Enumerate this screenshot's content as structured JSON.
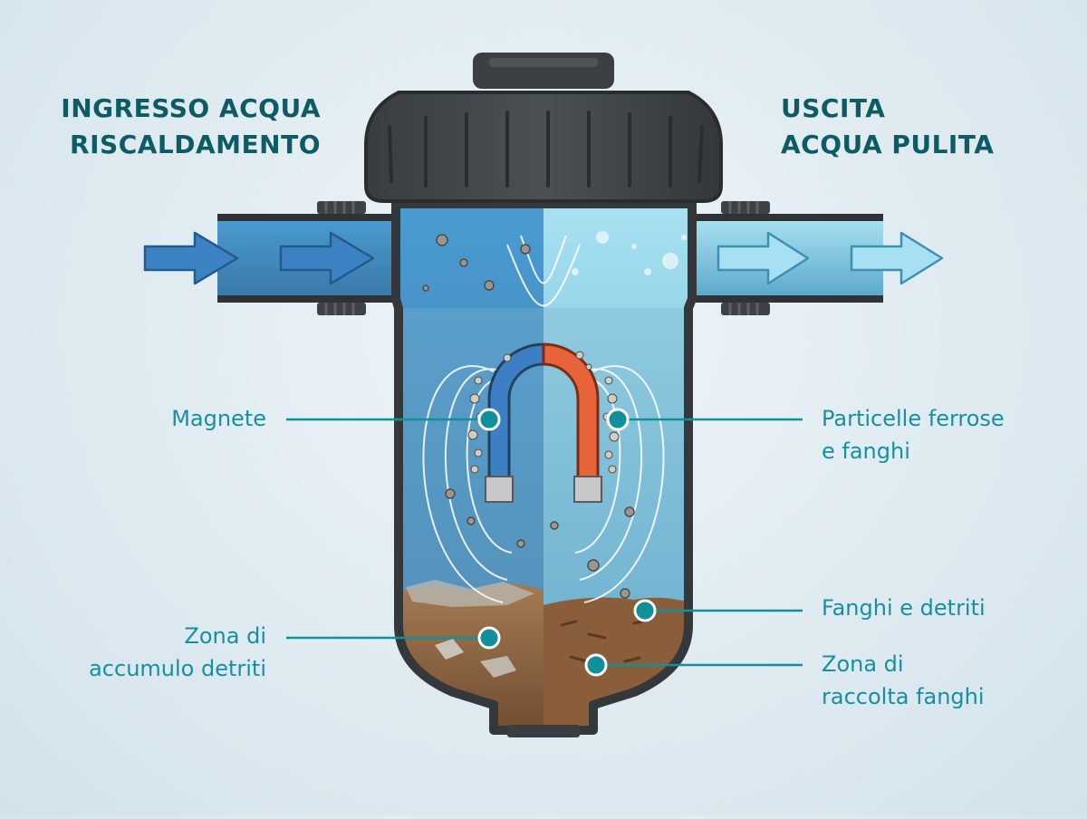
{
  "headings": {
    "inlet": [
      "INGRESSO ACQUA",
      "RISCALDAMENTO"
    ],
    "outlet": [
      "USCITA",
      "ACQUA PULITA"
    ]
  },
  "labels": {
    "magnet": [
      "Magnete"
    ],
    "debris_zone": [
      "Zona di",
      "accumulo detriti"
    ],
    "ferrous_particles": [
      "Particelle ferrose",
      "e fanghi"
    ],
    "sludge_debris": [
      "Fanghi e detriti"
    ],
    "sludge_zone": [
      "Zona di",
      "raccolta fanghi"
    ]
  },
  "colors": {
    "heading": "#0e5c63",
    "label": "#1690a0",
    "callout_dot": "#11909c",
    "dirty_water": "#3f8fc4",
    "clean_water": "#8ed3ea",
    "magnet_north": "#e8623a",
    "magnet_south": "#3d7fc4",
    "housing": "#3a3e42"
  }
}
